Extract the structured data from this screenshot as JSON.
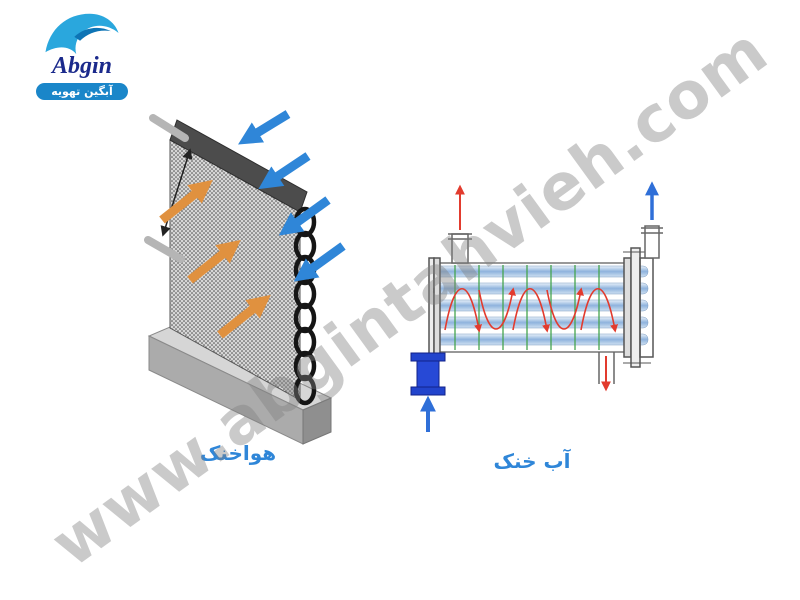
{
  "page": {
    "background": "#ffffff",
    "watermark": "www.abgintahvieh.com"
  },
  "logo": {
    "brand": "Abgin",
    "tagline": "آبگین تهویه"
  },
  "air_cooled": {
    "label": "هواخنک"
  },
  "water_cooled": {
    "label": "آب خنک"
  },
  "colors": {
    "label_blue": "#2f86d8",
    "air_arrow_blue": "#2f86d8",
    "air_arrow_orange": "#e0913f",
    "water_flow_red": "#e23b2e",
    "baffle_green": "#44a34f",
    "inlet_blue": "#2244cc",
    "brand_navy": "#1b2a8c",
    "banner_blue": "#1a86c9",
    "watermark_gray": "#9a9a9a"
  }
}
